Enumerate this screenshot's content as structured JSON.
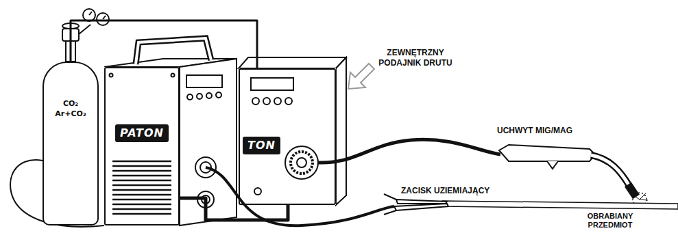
{
  "diagram": {
    "nodes": [
      {
        "text": [
          "CO₂",
          "Ar+CO₂"
        ]
      },
      {
        "text": [
          "PATON"
        ]
      },
      {
        "text": [
          "TON"
        ]
      }
    ],
    "edges": [
      {
        "from": 0,
        "to": 2,
        "arrow": "none"
      },
      {
        "from": 1,
        "to": 2,
        "arrow": "none"
      }
    ],
    "labels": [
      "ZEWNĘTRZNY PODAJNIK DRUTU",
      "UCHWYT MIG/MAG",
      "ZACISK UZIEMIAJĄCY",
      "OBRABIANY PRZEDMIOT"
    ]
  }
}
